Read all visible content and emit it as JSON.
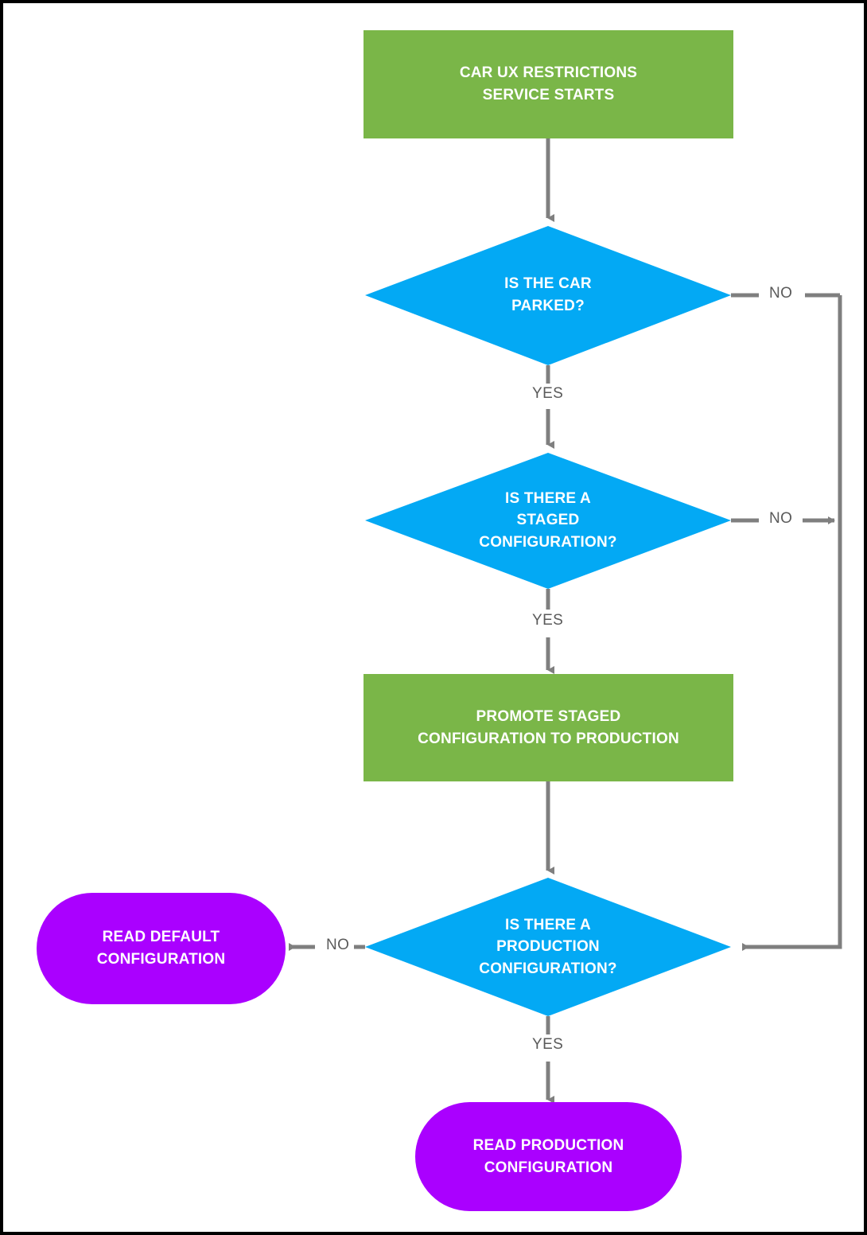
{
  "diagram": {
    "title": "Car UX Restrictions configuration flow",
    "colors": {
      "process": "#7AB648",
      "decision": "#03A9F4",
      "terminal": "#AA00FF",
      "connector": "#7f7f7f",
      "text_on_node": "#FFFFFF",
      "edge_label": "#5a5a5a",
      "background": "#FFFFFF",
      "border": "#000000"
    },
    "nodes": [
      {
        "id": "start",
        "shape": "rectangle",
        "type": "process",
        "lines": [
          "CAR UX RESTRICTIONS",
          "SERVICE STARTS"
        ]
      },
      {
        "id": "car-parked",
        "shape": "diamond",
        "type": "decision",
        "lines": [
          "IS THE CAR",
          "PARKED?"
        ]
      },
      {
        "id": "staged-config",
        "shape": "diamond",
        "type": "decision",
        "lines": [
          "IS THERE A",
          "STAGED",
          "CONFIGURATION?"
        ]
      },
      {
        "id": "promote-staged",
        "shape": "rectangle",
        "type": "process",
        "lines": [
          "PROMOTE STAGED",
          "CONFIGURATION TO PRODUCTION"
        ]
      },
      {
        "id": "production-config",
        "shape": "diamond",
        "type": "decision",
        "lines": [
          "IS THERE A",
          "PRODUCTION",
          "CONFIGURATION?"
        ]
      },
      {
        "id": "read-default",
        "shape": "rounded",
        "type": "terminal",
        "lines": [
          "READ DEFAULT",
          "CONFIGURATION"
        ]
      },
      {
        "id": "read-production",
        "shape": "rounded",
        "type": "terminal",
        "lines": [
          "READ PRODUCTION",
          "CONFIGURATION"
        ]
      }
    ],
    "edges": [
      {
        "id": "e1",
        "from": "start",
        "to": "car-parked",
        "label": ""
      },
      {
        "id": "e2",
        "from": "car-parked",
        "to": "staged-config",
        "label": "YES"
      },
      {
        "id": "e3",
        "from": "car-parked",
        "to": "production-config",
        "label": "NO"
      },
      {
        "id": "e4",
        "from": "staged-config",
        "to": "promote-staged",
        "label": "YES"
      },
      {
        "id": "e5",
        "from": "staged-config",
        "to": "production-config",
        "label": "NO"
      },
      {
        "id": "e6",
        "from": "promote-staged",
        "to": "production-config",
        "label": ""
      },
      {
        "id": "e7",
        "from": "production-config",
        "to": "read-default",
        "label": "NO"
      },
      {
        "id": "e8",
        "from": "production-config",
        "to": "read-production",
        "label": "YES"
      }
    ],
    "labels": {
      "start_line1": "CAR UX RESTRICTIONS",
      "start_line2": "SERVICE STARTS",
      "car_parked_line1": "IS THE CAR",
      "car_parked_line2": "PARKED?",
      "staged_line1": "IS THERE A",
      "staged_line2": "STAGED",
      "staged_line3": "CONFIGURATION?",
      "promote_line1": "PROMOTE STAGED",
      "promote_line2": "CONFIGURATION TO PRODUCTION",
      "production_line1": "IS THERE A",
      "production_line2": "PRODUCTION",
      "production_line3": "CONFIGURATION?",
      "default_line1": "READ DEFAULT",
      "default_line2": "CONFIGURATION",
      "readprod_line1": "READ PRODUCTION",
      "readprod_line2": "CONFIGURATION",
      "yes_1": "YES",
      "yes_2": "YES",
      "yes_3": "YES",
      "no_1": "NO",
      "no_2": "NO",
      "no_3": "NO"
    }
  }
}
